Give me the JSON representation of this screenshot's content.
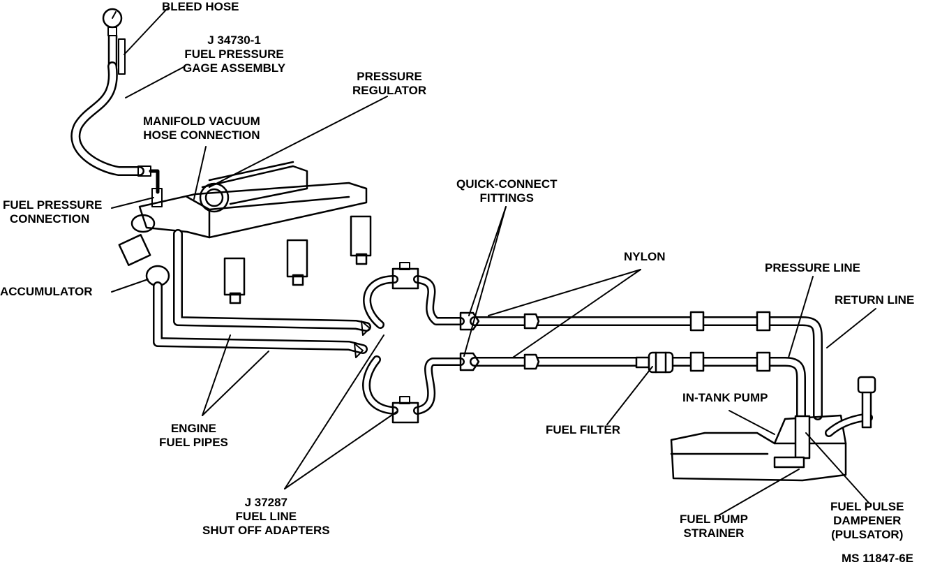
{
  "labels": {
    "bleed_hose": [
      "BLEED HOSE"
    ],
    "gage_assembly": [
      "J 34730-1",
      "FUEL PRESSURE",
      "GAGE ASSEMBLY"
    ],
    "pressure_regulator": [
      "PRESSURE",
      "REGULATOR"
    ],
    "manifold_vacuum": [
      "MANIFOLD VACUUM",
      "HOSE CONNECTION"
    ],
    "fuel_pressure_connection": [
      "FUEL PRESSURE",
      "CONNECTION"
    ],
    "accumulator": [
      "ACCUMULATOR"
    ],
    "quick_connect": [
      "QUICK-CONNECT",
      "FITTINGS"
    ],
    "nylon": [
      "NYLON"
    ],
    "pressure_line": [
      "PRESSURE LINE"
    ],
    "return_line": [
      "RETURN LINE"
    ],
    "in_tank_pump": [
      "IN-TANK PUMP"
    ],
    "fuel_filter": [
      "FUEL FILTER"
    ],
    "engine_fuel_pipes": [
      "ENGINE",
      "FUEL PIPES"
    ],
    "shut_off_adapters": [
      "J 37287",
      "FUEL LINE",
      "SHUT OFF ADAPTERS"
    ],
    "fuel_pump_strainer": [
      "FUEL PUMP",
      "STRAINER"
    ],
    "fuel_pulse_dampener": [
      "FUEL PULSE",
      "DAMPENER",
      "(PULSATOR)"
    ],
    "figure_id": [
      "MS 11847-6E"
    ]
  },
  "colors": {
    "ink": "#000000",
    "paper": "#ffffff"
  }
}
